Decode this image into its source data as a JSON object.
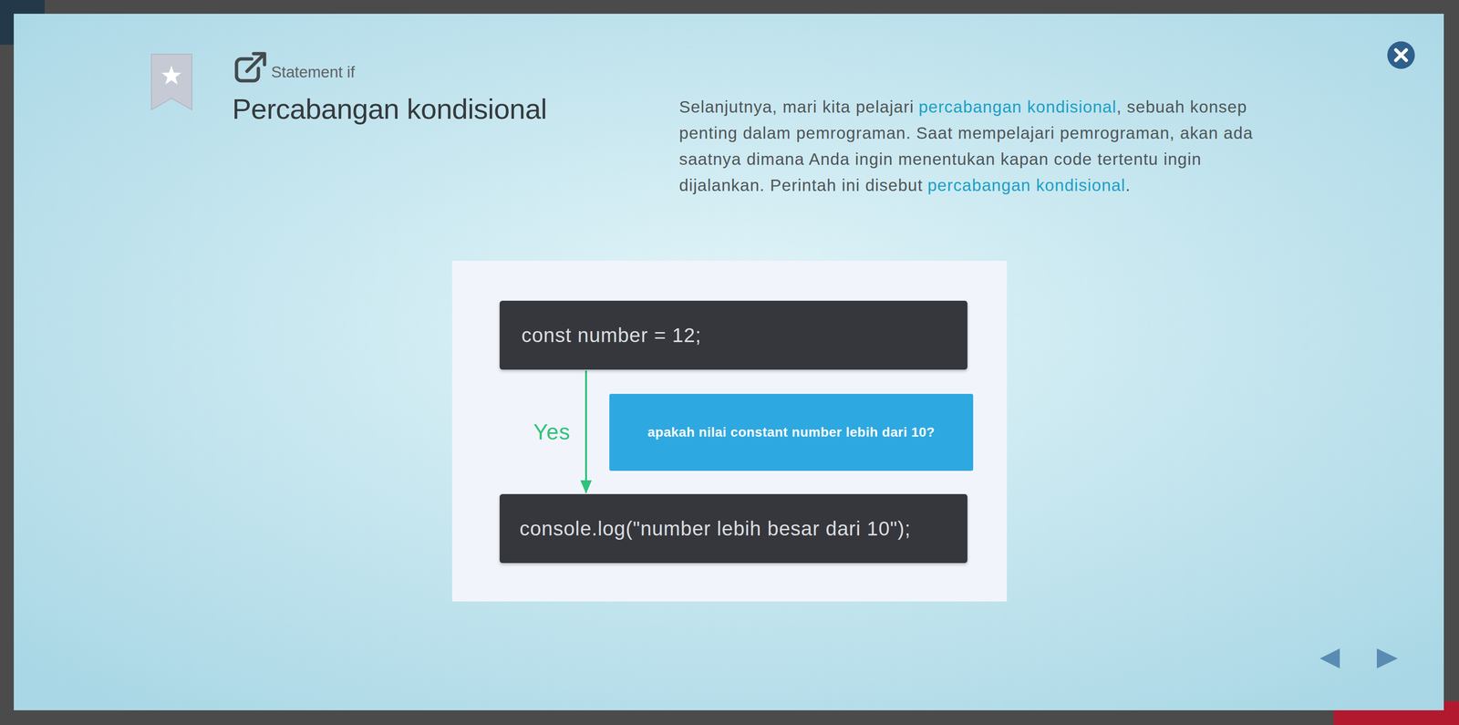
{
  "diagram": {
    "title": "Percabangan kondisional",
    "nodes": [
      {
        "text": [
          "const number = 12;"
        ]
      },
      {
        "text": [
          "apakah nilai constant number lebih dari 10?"
        ]
      },
      {
        "text": [
          "console.log(\"number lebih besar dari 10\");"
        ]
      }
    ],
    "edges": [
      {
        "from": 0,
        "to": 2,
        "arrow": "to",
        "label": "Yes"
      }
    ],
    "labels": [
      "Statement if",
      "Selanjutnya, mari kita pelajari",
      "percabangan kondisional",
      ", sebuah konsep penting dalam pemrograman. Saat mempelajari pemrograman, akan ada saatnya dimana Anda ingin menentukan kapan code tertentu ingin dijalankan. Perintah ini disebut",
      "percabangan kondisional",
      "."
    ]
  }
}
